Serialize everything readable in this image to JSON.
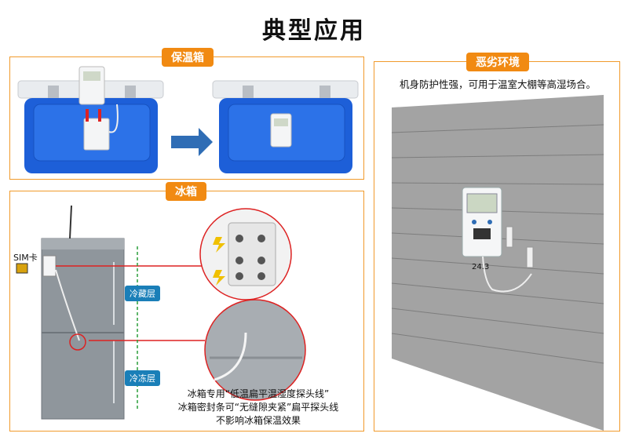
{
  "title": "典型应用",
  "panels": {
    "cooler_box": {
      "label": "保温箱"
    },
    "fridge": {
      "label": "冰箱",
      "sim_label": "SIM卡",
      "cold_storage": "冷藏层",
      "freezer": "冷冻层",
      "note_lines": [
        "冰箱专用“低温扁平温湿度探头线”",
        "冰箱密封条可“无缝隙夹紧”扁平探头线",
        "不影响冰箱保温效果"
      ]
    },
    "harsh_env": {
      "label": "恶劣环境",
      "caption": "机身防护性强，可用于温室大棚等高湿场合。"
    }
  },
  "device_screen_value": "24.3",
  "colors": {
    "accent": "#f18a12",
    "cooler_blue": "#1d5fd8",
    "lid": "#e9ecef",
    "arrow": "#2f6db5",
    "wall": "#9a9a9a"
  },
  "icons": [
    "arrow-right-icon",
    "lightning-icon"
  ]
}
